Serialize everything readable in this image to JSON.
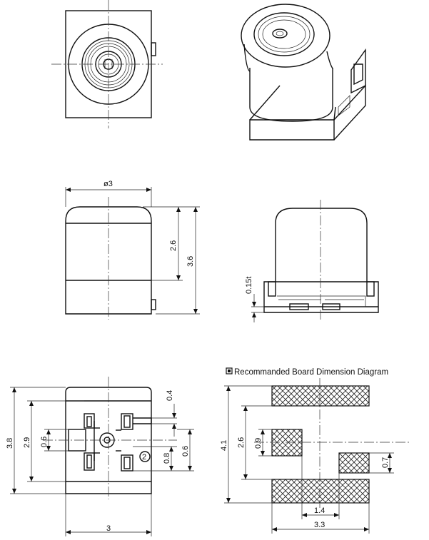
{
  "title": "Recommanded Board Dimension Diagram",
  "side_view": {
    "dia": "ø3",
    "h1": "2.6",
    "h2": "3.6"
  },
  "front_view": {
    "t": "0.15t"
  },
  "bottom_view": {
    "w": "3",
    "h1": "3.8",
    "h2": "2.9",
    "h3": "0.6",
    "top": "0.4",
    "s1": "0.8",
    "s2": "0.6",
    "marker": "2"
  },
  "board_view": {
    "h1": "4.1",
    "h2": "2.6",
    "h3": "0.9",
    "h4": "0.7",
    "w1": "1.4",
    "w2": "3.3"
  }
}
